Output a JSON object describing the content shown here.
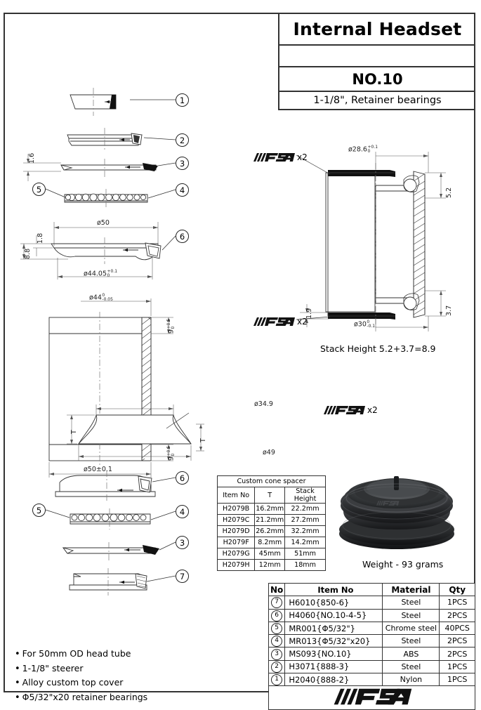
{
  "title_block": {
    "title": "Internal Headset",
    "blank": "",
    "number": "NO.10",
    "spec": "1-1/8\", Retainer bearings"
  },
  "notes": {
    "stack_height": "Stack Height  5.2+3.7=8.9",
    "weight": "Weight - 93 grams"
  },
  "dimensions": {
    "d1_6": "1.6",
    "d1_8": "1.8",
    "d8_8": "8.8",
    "d50": "ø50",
    "d44_05": "ø44.05",
    "d44_05_tol_up": "+0.1",
    "d44_05_tol_lo": "0",
    "d44": "ø44",
    "d44_tol_up": "0",
    "d44_tol_lo": "-0.05",
    "d50_pm": "ø50±0.1",
    "d9_a": "9",
    "d9_a_tol_up": "+0.5",
    "d9_a_tol_lo": "0",
    "d9_b": "9",
    "d9_b_tol_up": "+0.5",
    "d9_b_tol_lo": "0",
    "dT_tube": "T",
    "d28_6": "ø28.6",
    "d28_6_tol_up": "+0.1",
    "d28_6_tol_lo": "0",
    "d30": "ø30",
    "d30_tol_up": "0",
    "d30_tol_lo": "-0.1",
    "d5_2": "5.2",
    "d3_7": "3.7",
    "d1_9": "1.9",
    "d34_9": "ø34.9",
    "d49": "ø49",
    "dT_cone": "T"
  },
  "callouts": {
    "c1": "1",
    "c2": "2",
    "c3": "3",
    "c4": "4",
    "c5": "5",
    "c6": "6",
    "c7": "7",
    "c3b": "3",
    "c4b": "4",
    "c5b": "5",
    "c6b": "6"
  },
  "fsa_logo": {
    "text": "FSA",
    "multiplier": "x2"
  },
  "cone_table": {
    "caption": "Custom cone spacer",
    "headers": [
      "Item No",
      "T",
      "Stack Height"
    ],
    "rows": [
      [
        "H2079B",
        "16.2mm",
        "22.2mm"
      ],
      [
        "H2079C",
        "21.2mm",
        "27.2mm"
      ],
      [
        "H2079D",
        "26.2mm",
        "32.2mm"
      ],
      [
        "H2079F",
        "8.2mm",
        "14.2mm"
      ],
      [
        "H2079G",
        "45mm",
        "51mm"
      ],
      [
        "H2079H",
        "12mm",
        "18mm"
      ]
    ]
  },
  "parts_table": {
    "headers": [
      "No",
      "Item No",
      "Material",
      "Qty"
    ],
    "rows": [
      {
        "no": "7",
        "item": "H6010{850-6}",
        "material": "Steel",
        "qty": "1PCS"
      },
      {
        "no": "6",
        "item": "H4060{NO.10-4-5}",
        "material": "Steel",
        "qty": "2PCS"
      },
      {
        "no": "5",
        "item": "MR001{Φ5/32\"}",
        "material": "Chrome steel",
        "qty": "40PCS"
      },
      {
        "no": "4",
        "item": "MR013{Φ5/32\"x20}",
        "material": "Steel",
        "qty": "2PCS"
      },
      {
        "no": "3",
        "item": "MS093{NO.10}",
        "material": "ABS",
        "qty": "2PCS"
      },
      {
        "no": "2",
        "item": "H3071{888-3}",
        "material": "Steel",
        "qty": "1PCS"
      },
      {
        "no": "1",
        "item": "H2040{888-2}",
        "material": "Nylon",
        "qty": "1PCS"
      }
    ]
  },
  "bullets": [
    "For 50mm OD head tube",
    "1-1/8\" steerer",
    "Alloy custom top cover",
    "Φ5/32\"x20 retainer bearings"
  ]
}
